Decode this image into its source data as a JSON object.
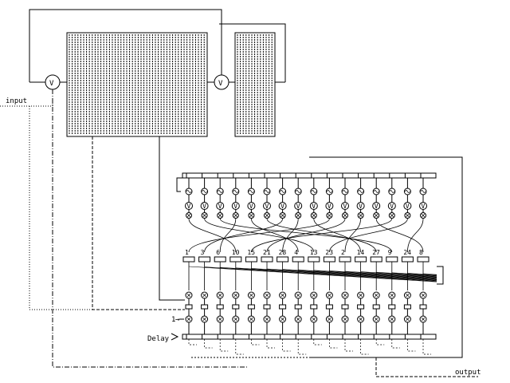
{
  "labels": {
    "input": "input",
    "output": "output",
    "delay": "Delay",
    "one": "1",
    "adder_symbol": "V",
    "arrow_symbol": "→"
  },
  "tap_numbers": [
    "1",
    "3",
    "6",
    "10",
    "15",
    "21",
    "28",
    "4",
    "13",
    "23",
    "2",
    "14",
    "27",
    "9",
    "24",
    "8"
  ],
  "icons": {
    "adder": "summing-node-icon",
    "multiplier": "multiplier-node-icon",
    "sine": "sine-source-icon",
    "delay": "delay-block-icon"
  },
  "colors": {
    "line": "#000000",
    "background": "#ffffff"
  }
}
